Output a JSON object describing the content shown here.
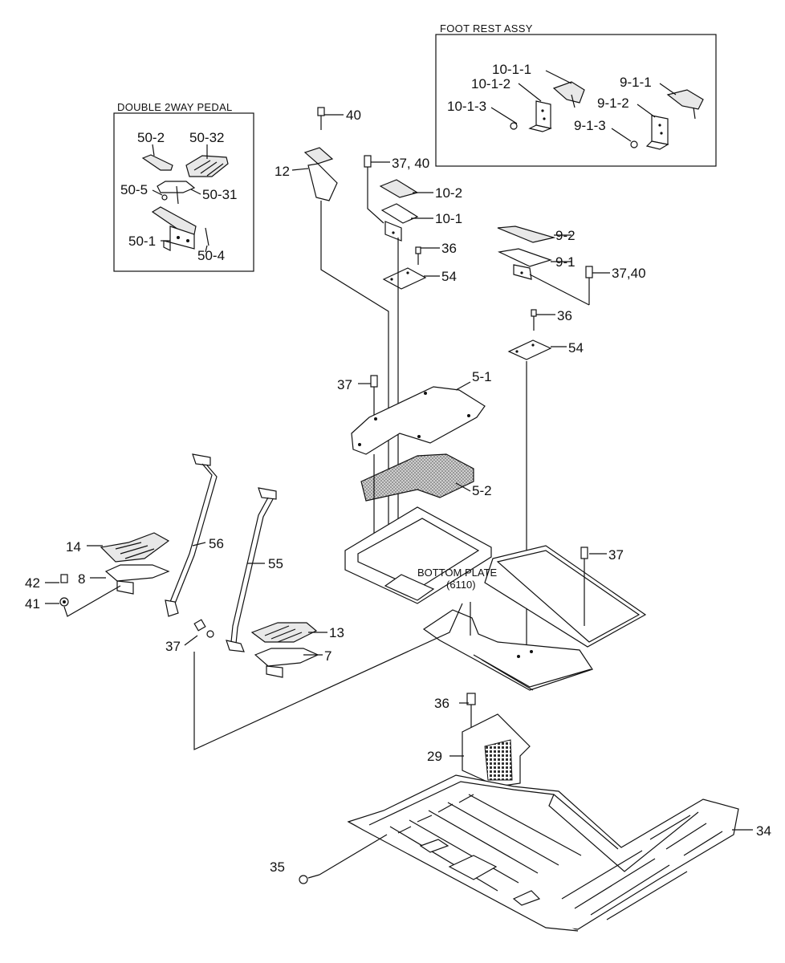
{
  "insets": {
    "double_pedal": {
      "title": "DOUBLE 2WAY PEDAL",
      "labels": [
        "50-2",
        "50-32",
        "50-5",
        "50-31",
        "50-1",
        "50-4"
      ]
    },
    "foot_rest": {
      "title": "FOOT REST ASSY",
      "labels": [
        "10-1-1",
        "10-1-2",
        "10-1-3",
        "9-1-1",
        "9-1-2",
        "9-1-3"
      ]
    }
  },
  "callouts": {
    "c40": "40",
    "c12": "12",
    "c37_40_a": "37, 40",
    "c10_2": "10-2",
    "c10_1": "10-1",
    "c36_a": "36",
    "c54_a": "54",
    "c9_2": "9-2",
    "c9_1": "9-1",
    "c37_40_b": "37,40",
    "c36_b": "36",
    "c54_b": "54",
    "c37_a": "37",
    "c5_1": "5-1",
    "c5_2": "5-2",
    "c56": "56",
    "c55": "55",
    "c14": "14",
    "c42": "42",
    "c8": "8",
    "c41": "41",
    "c37_b": "37",
    "c13": "13",
    "c7": "7",
    "c37_c": "37",
    "c36_c": "36",
    "c29": "29",
    "c34": "34",
    "c35": "35"
  },
  "bottom_plate": {
    "name": "BOTTOM PLATE",
    "code": "(6110)"
  }
}
